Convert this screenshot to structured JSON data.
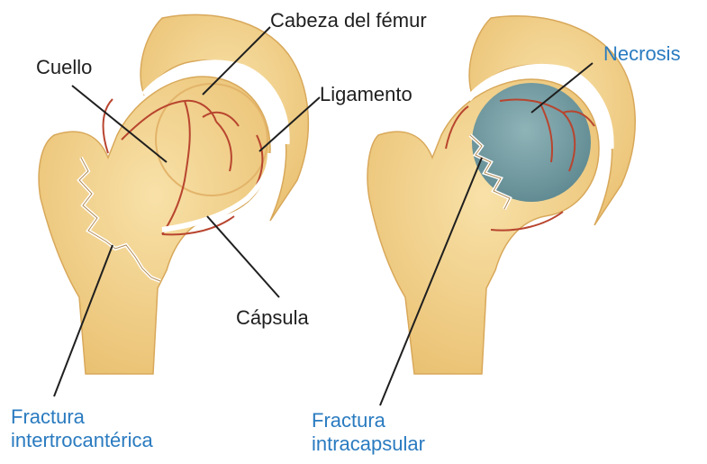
{
  "labels": {
    "cabeza": "Cabeza del fémur",
    "cuello": "Cuello",
    "ligamento": "Ligamento",
    "capsula": "Cápsula",
    "necrosis": "Necrosis",
    "fractura_inter": [
      "Fractura",
      "intertrocantérica"
    ],
    "fractura_intra": [
      "Fractura",
      "intracapsular"
    ]
  },
  "colors": {
    "bone": "#f1cf8a",
    "bone_dark": "#e2b565",
    "vessel": "#b8452f",
    "necrosis": "#6f9aa0",
    "label_dark": "#1f1f1f",
    "label_blue": "#2a7bc0"
  }
}
